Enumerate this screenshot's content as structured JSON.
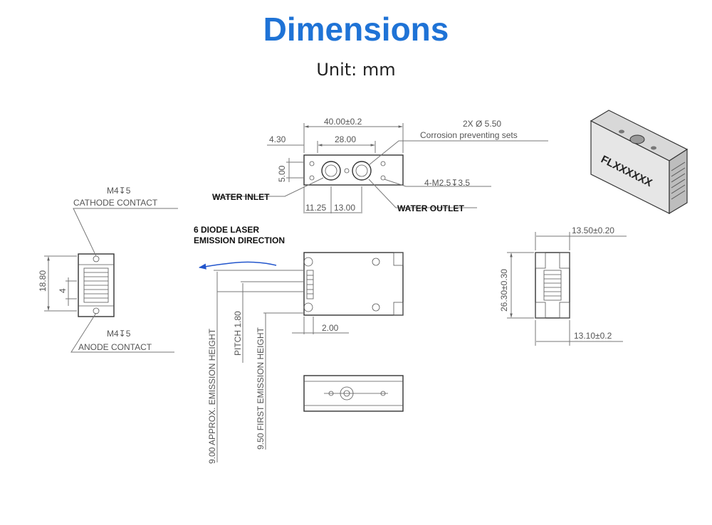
{
  "header": {
    "title": "Dimensions",
    "subtitle": "Unit: mm"
  },
  "top_view": {
    "width": "40.00±0.2",
    "hole_spacing": "28.00",
    "offset": "4.30",
    "height_dim": "5.00",
    "holes_note": "2X Ø 5.50",
    "holes_sub": "Corrosion preventing sets",
    "thread": "4-M2.5↧3.5",
    "water_inlet": "WATER INLET",
    "water_outlet": "WATER OUTLET",
    "dim_a": "11.25",
    "dim_b": "13.00"
  },
  "left_view": {
    "cathode_thread": "M4↧5",
    "cathode": "CATHODE CONTACT",
    "anode_thread": "M4↧5",
    "anode": "ANODE CONTACT",
    "height": "18.80",
    "spacing": "4"
  },
  "front_view": {
    "emission_1": "6 DIODE LASER",
    "emission_2": "EMISSION DIRECTION",
    "offset": "2.00",
    "approx_height": "9.00  APPROX. EMISSION HEIGHT",
    "pitch": "PITCH  1.80",
    "first_height": "9.50  FIRST EMISSION HEIGHT"
  },
  "right_view": {
    "depth": "13.50±0.20",
    "height": "26.30±0.30",
    "depth2": "13.10±0.2"
  },
  "iso_view": {
    "marking": "FLXXXXXX"
  },
  "colors": {
    "title": "#1f73d6",
    "arrow": "#2255cc"
  }
}
